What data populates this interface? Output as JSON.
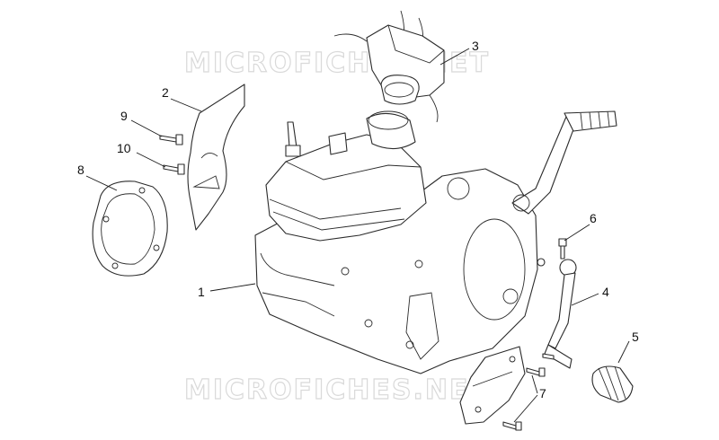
{
  "watermark": {
    "text": "MICROFICHES.NET",
    "color": "#d9d9d9"
  },
  "callouts": [
    {
      "id": "1",
      "label": "1"
    },
    {
      "id": "2",
      "label": "2"
    },
    {
      "id": "3",
      "label": "3"
    },
    {
      "id": "4",
      "label": "4"
    },
    {
      "id": "5",
      "label": "5"
    },
    {
      "id": "6",
      "label": "6"
    },
    {
      "id": "7",
      "label": "7"
    },
    {
      "id": "8",
      "label": "8"
    },
    {
      "id": "9",
      "label": "9"
    },
    {
      "id": "10",
      "label": "10"
    }
  ],
  "colors": {
    "line": "#2b2b2b",
    "background": "#ffffff"
  }
}
